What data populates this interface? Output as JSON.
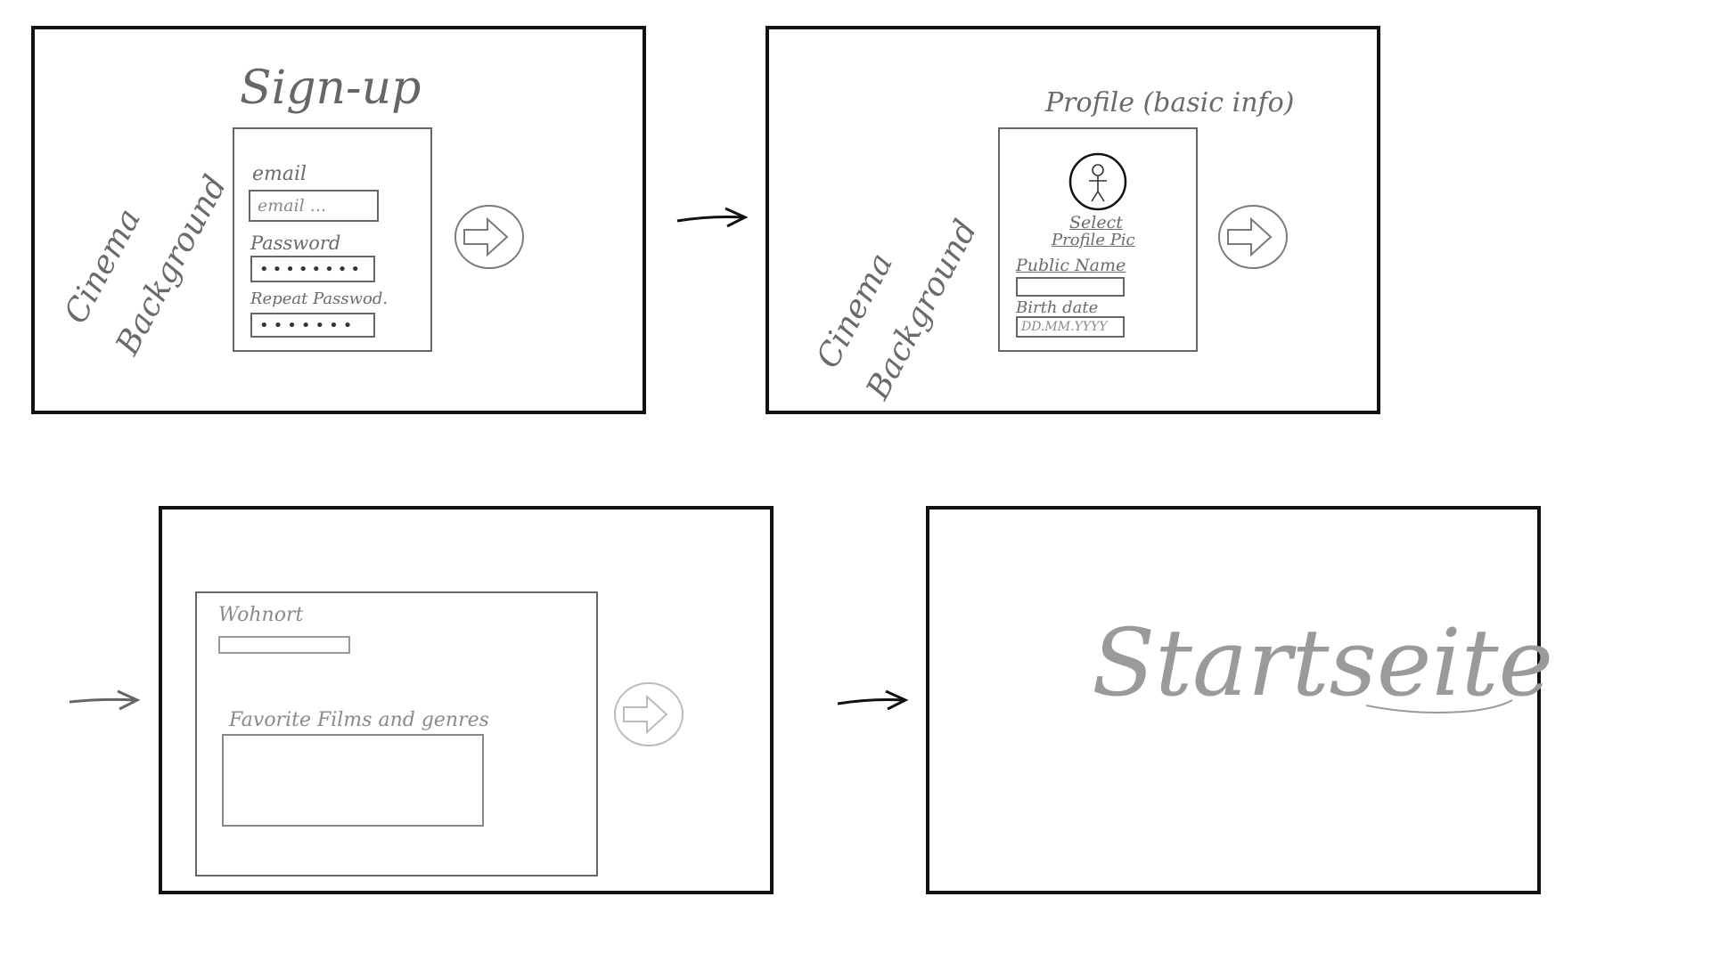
{
  "screens": {
    "signup": {
      "title": "Sign-up",
      "background_note": [
        "Cinema",
        "Background"
      ],
      "email_label": "email",
      "email_placeholder": "email ...",
      "password_label": "Password",
      "password_value": "••••••••",
      "repeat_password_label": "Repeat Passwod.",
      "repeat_password_value": "•••••••"
    },
    "profile": {
      "title": "Profile (basic info)",
      "background_note": [
        "Cinema",
        "Background"
      ],
      "select_pic_label": [
        "Select",
        "Profile Pic"
      ],
      "public_name_label": "Public Name",
      "birth_date_label": "Birth date",
      "birth_date_placeholder": "DD.MM.YYYY"
    },
    "preferences": {
      "location_label": "Wohnort",
      "favorites_label": "Favorite Films and genres"
    },
    "home": {
      "title": "Startseite"
    }
  },
  "icons": {
    "next": "arrow-right-icon",
    "flow": "flow-arrow-icon",
    "avatar": "person-icon"
  },
  "colors": {
    "frame": "#111111",
    "sketch": "#666666",
    "background": "#ffffff"
  }
}
